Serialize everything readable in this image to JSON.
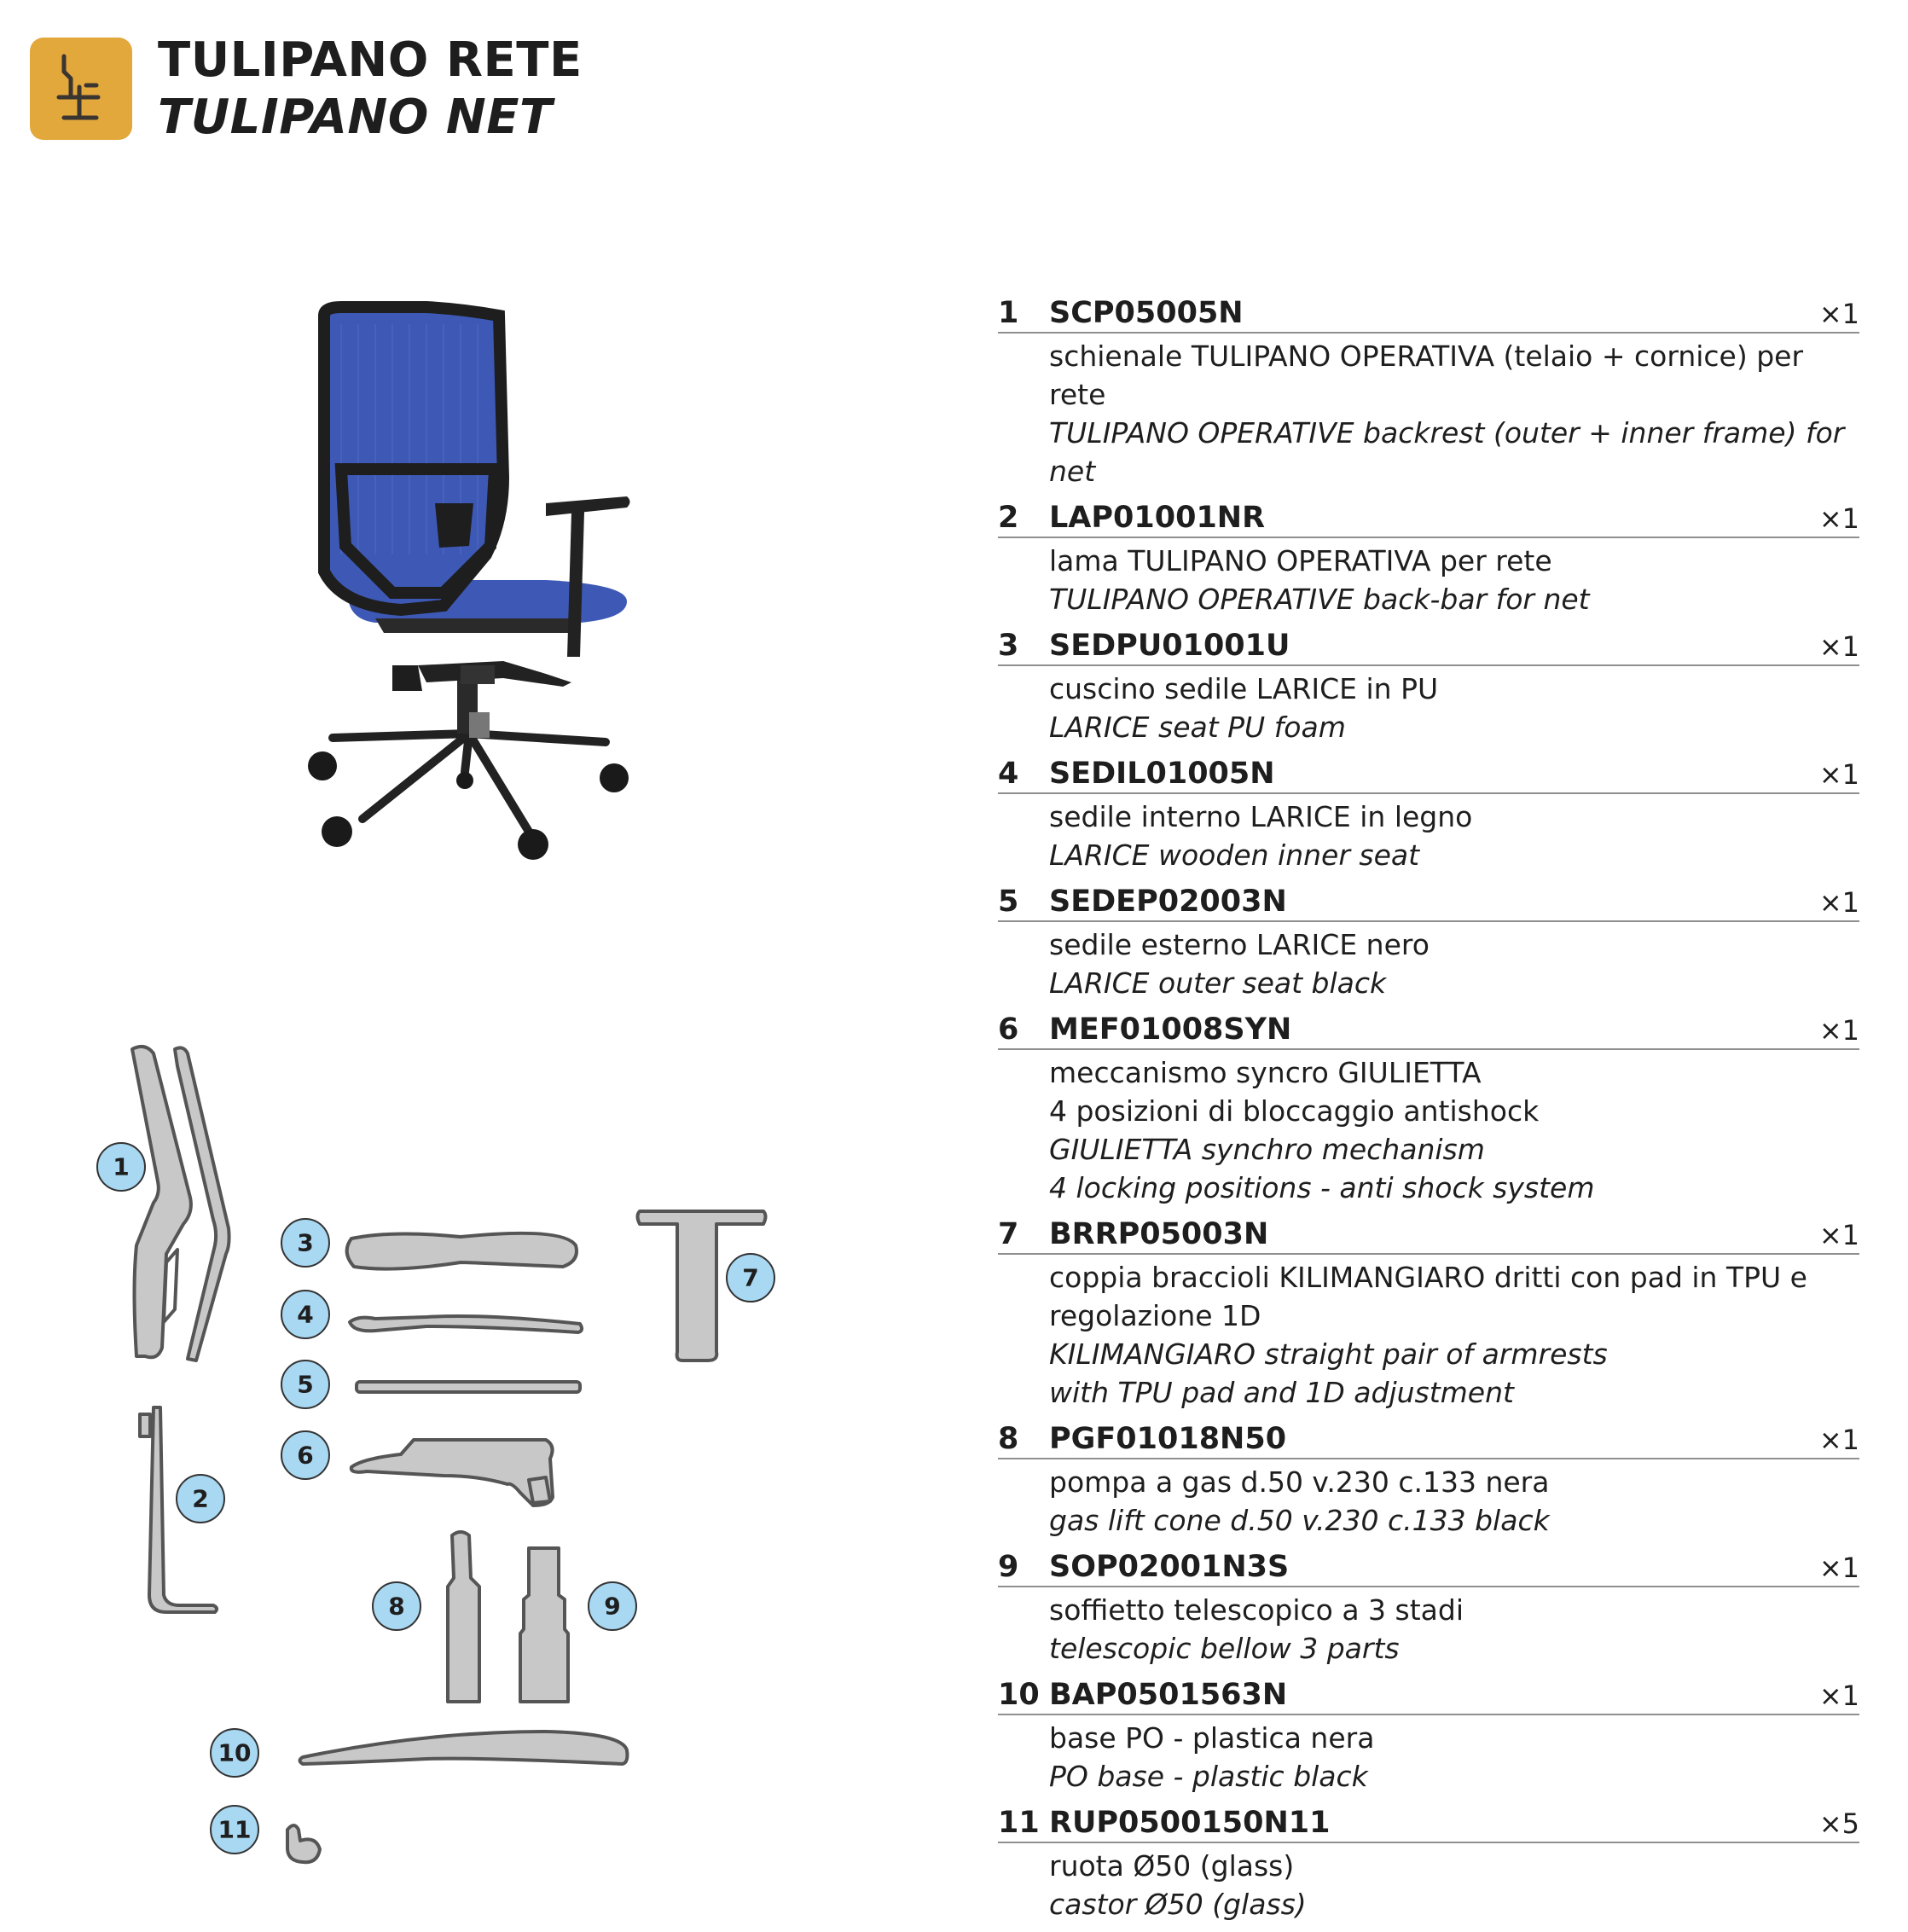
{
  "header": {
    "title_it": "TULIPANO RETE",
    "title_en": "TULIPANO NET",
    "icon": "office-chair-icon",
    "accent_color": "#e3a83c"
  },
  "photo": {
    "subject": "office-chair-photo",
    "mesh_color": "#3d59b5"
  },
  "diagram": {
    "callouts": [
      "1",
      "2",
      "3",
      "4",
      "5",
      "6",
      "7",
      "8",
      "9",
      "10",
      "11"
    ],
    "callout_color": "#a9d8f2",
    "part_color": "#c8c8c8"
  },
  "parts": [
    {
      "num": "1",
      "code": "SCP05005N",
      "qty": "×1",
      "desc_it": "schienale TULIPANO OPERATIVA (telaio + cornice) per rete",
      "desc_en": "TULIPANO OPERATIVE backrest (outer + inner frame) for net"
    },
    {
      "num": "2",
      "code": "LAP01001NR",
      "qty": "×1",
      "desc_it": "lama TULIPANO OPERATIVA per rete",
      "desc_en": "TULIPANO OPERATIVE back-bar for net"
    },
    {
      "num": "3",
      "code": "SEDPU01001U",
      "qty": "×1",
      "desc_it": "cuscino sedile LARICE in PU",
      "desc_en": "LARICE seat PU foam"
    },
    {
      "num": "4",
      "code": "SEDIL01005N",
      "qty": "×1",
      "desc_it": "sedile interno LARICE in legno",
      "desc_en": "LARICE wooden inner seat"
    },
    {
      "num": "5",
      "code": "SEDEP02003N",
      "qty": "×1",
      "desc_it": "sedile esterno LARICE nero",
      "desc_en": "LARICE outer seat black"
    },
    {
      "num": "6",
      "code": "MEF01008SYN",
      "qty": "×1",
      "desc_it": "meccanismo syncro GIULIETTA\n4 posizioni di bloccaggio antishock",
      "desc_en": "GIULIETTA synchro mechanism\n4 locking positions - anti shock system"
    },
    {
      "num": "7",
      "code": "BRRP05003N",
      "qty": "×1",
      "desc_it": "coppia braccioli KILIMANGIARO dritti con pad in TPU e regolazione 1D",
      "desc_en": "KILIMANGIARO straight pair of armrests\nwith TPU pad and 1D adjustment"
    },
    {
      "num": "8",
      "code": "PGF01018N50",
      "qty": "×1",
      "desc_it": "pompa a gas d.50 v.230 c.133 nera",
      "desc_en": "gas lift cone d.50 v.230 c.133  black"
    },
    {
      "num": "9",
      "code": "SOP02001N3S",
      "qty": "×1",
      "desc_it": "soffietto telescopico a 3 stadi",
      "desc_en": "telescopic bellow 3 parts"
    },
    {
      "num": "10",
      "code": "BAP0501563N",
      "qty": "×1",
      "desc_it": "base PO - plastica nera",
      "desc_en": "PO base - plastic black"
    },
    {
      "num": "11",
      "code": "RUP0500150N11",
      "qty": "×5",
      "desc_it": "ruota Ø50 (glass)",
      "desc_en": "castor Ø50 (glass)"
    }
  ]
}
